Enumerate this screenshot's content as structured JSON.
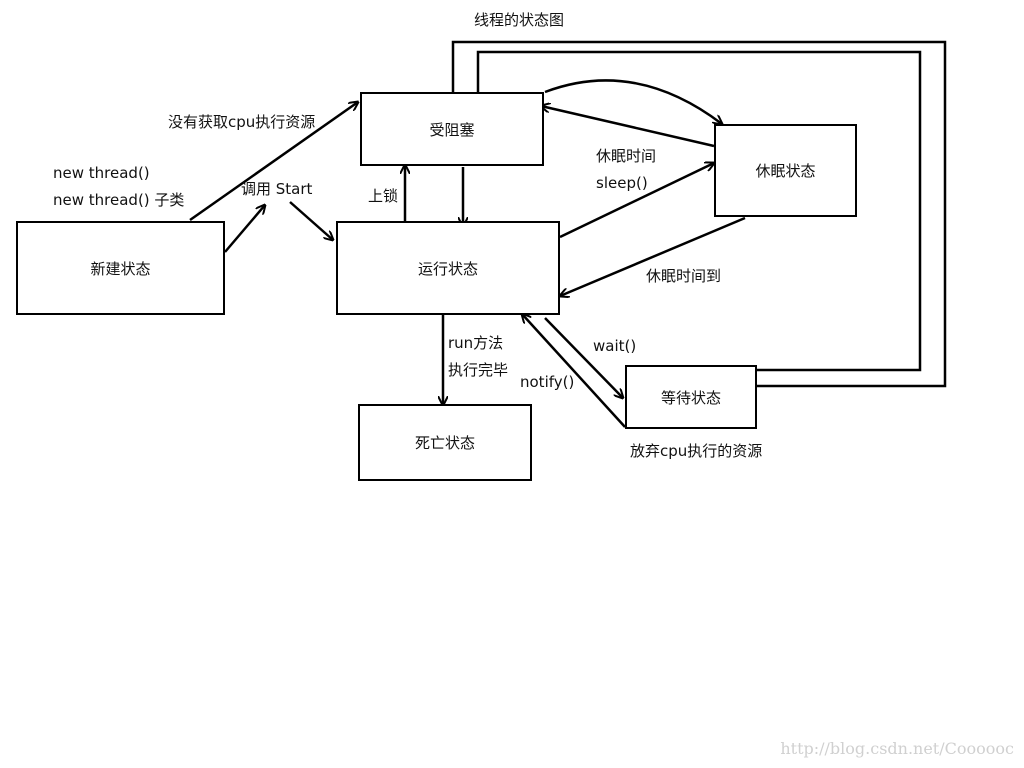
{
  "title": "线程的状态图",
  "states": {
    "new": "新建状态",
    "blocked": "受阻塞",
    "running": "运行状态",
    "sleeping": "休眠状态",
    "waiting": "等待状态",
    "dead": "死亡状态"
  },
  "labels": {
    "new_thread": "new thread()",
    "new_thread_subclass": "new thread() 子类",
    "no_cpu": "没有获取cpu执行资源",
    "call_start": "调用 Start",
    "lock": "上锁",
    "sleep_time": "休眠时间",
    "sleep_call": "sleep()",
    "sleep_done": "休眠时间到",
    "run_method": "run方法",
    "run_complete": "执行完毕",
    "wait_call": "wait()",
    "notify_call": "notify()",
    "give_up_cpu": "放弃cpu执行的资源"
  },
  "watermark": "http://blog.csdn.net/Coooooc",
  "colors": {
    "line": "#000000",
    "watermark": "#d0d0d0"
  }
}
